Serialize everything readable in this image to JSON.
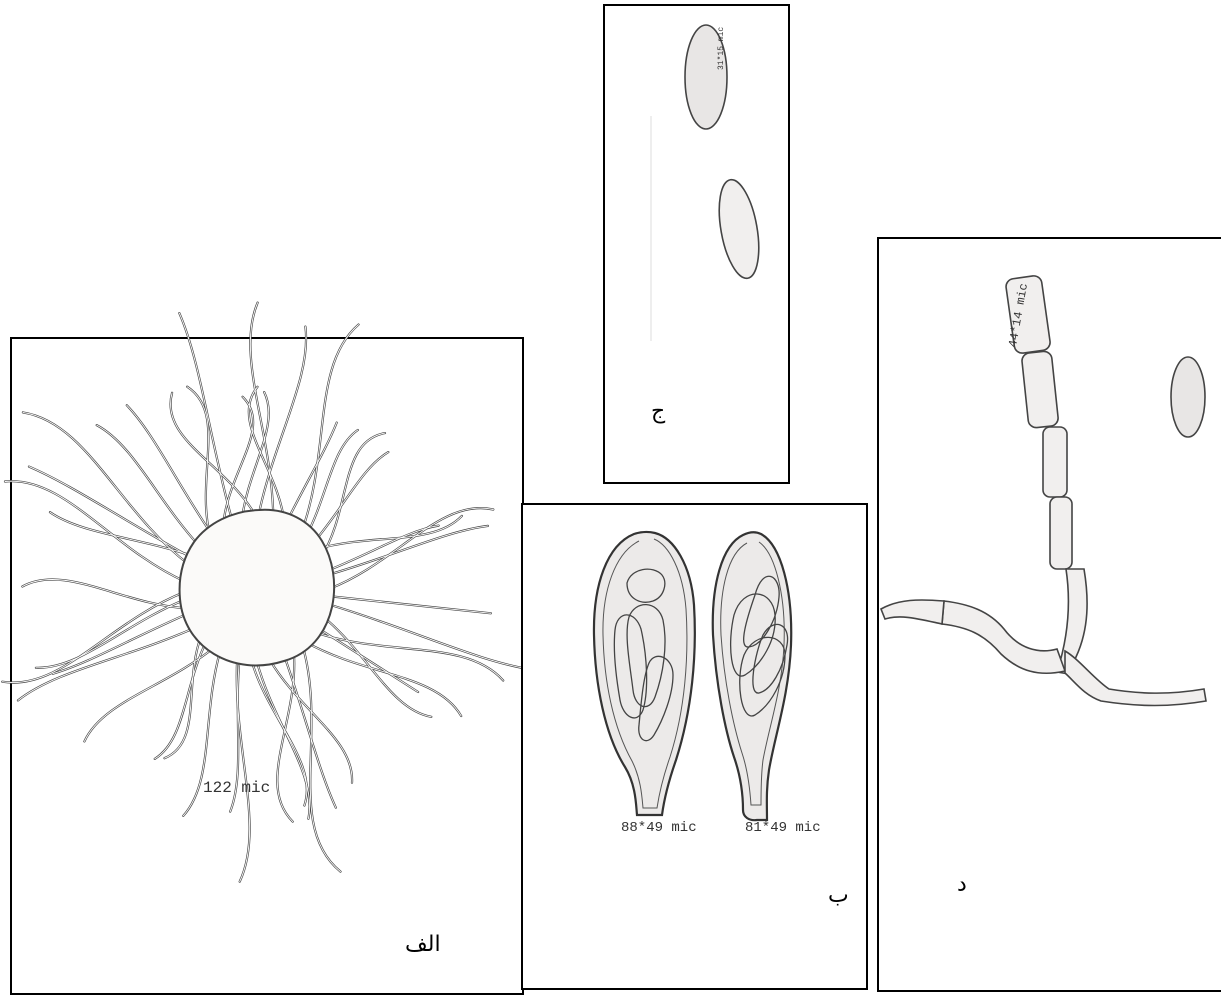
{
  "panels": {
    "alef": {
      "label": "الف",
      "measurement": "122 mic"
    },
    "be": {
      "label": "ب",
      "measurements": [
        "88*49 mic",
        "81*49 mic"
      ]
    },
    "jim": {
      "label": "ج",
      "measurement": "31*15 mic"
    },
    "dal": {
      "label": "د",
      "measurement": "44*14 mic"
    }
  },
  "colors": {
    "fill": "#f1efee",
    "stroke": "#444444",
    "border": "#000000"
  }
}
